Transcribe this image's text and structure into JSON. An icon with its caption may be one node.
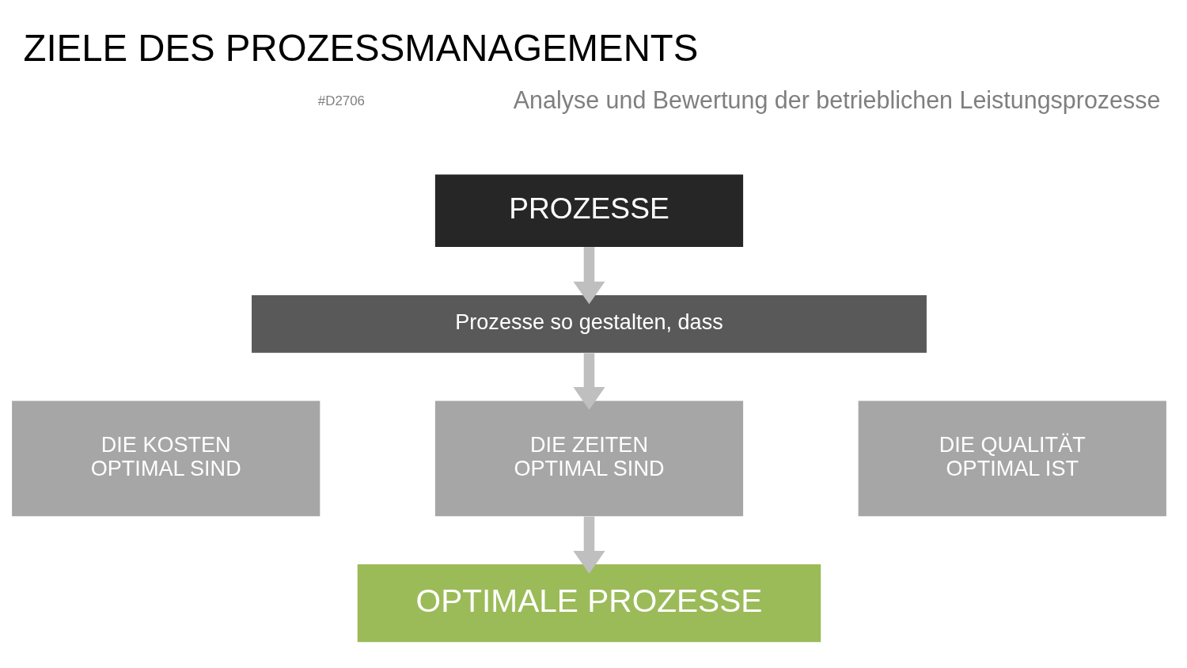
{
  "diagram": {
    "title": "ZIELE DES PROZESSMANAGEMENTS",
    "nodes": [
      {
        "text": [
          "PROZESSE"
        ]
      },
      {
        "text": [
          "Prozesse so gestalten, dass"
        ]
      },
      {
        "text": [
          "DIE KOSTEN OPTIMAL SIND"
        ]
      },
      {
        "text": [
          "DIE ZEITEN OPTIMAL SIND"
        ]
      },
      {
        "text": [
          "DIE QUALITÄT OPTIMAL IST"
        ]
      },
      {
        "text": [
          "OPTIMALE PROZESSE"
        ]
      }
    ],
    "edges": [
      {
        "from": 0,
        "to": 1,
        "arrow": "to"
      },
      {
        "from": 1,
        "to": 3,
        "arrow": "to"
      },
      {
        "from": 3,
        "to": 5,
        "arrow": "to"
      }
    ],
    "labels": [
      "#D2706",
      "Analyse und Bewertung der betrieblichen Leistungsprozesse"
    ]
  }
}
